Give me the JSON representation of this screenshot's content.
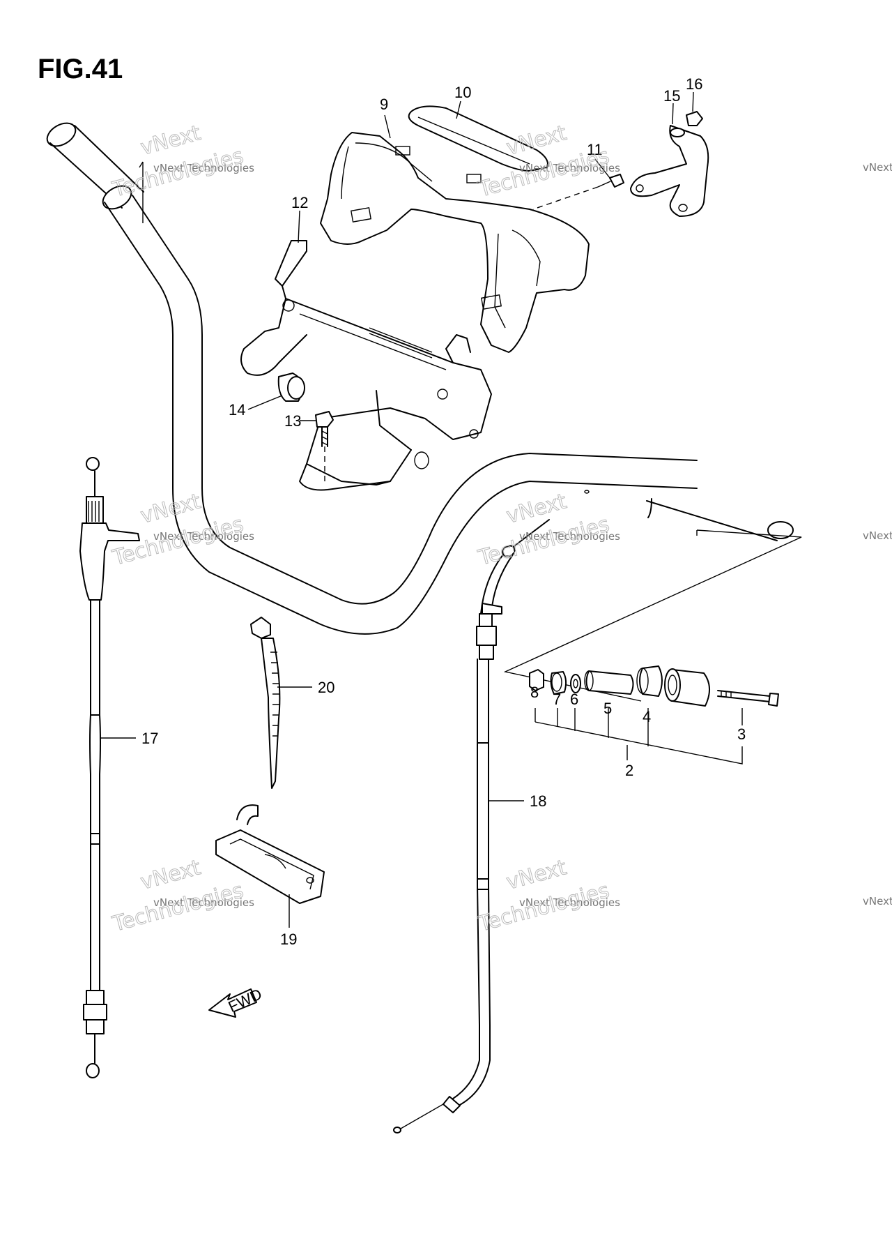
{
  "figure": {
    "title": "FIG.41"
  },
  "watermark": {
    "line1": "vNext",
    "line2": "Technologies",
    "small": "vNext Technologies"
  },
  "callouts": [
    "2",
    "3",
    "4",
    "5",
    "6",
    "7",
    "8",
    "9",
    "10",
    "11",
    "12",
    "13",
    "14",
    "15",
    "16",
    "17",
    "18",
    "19",
    "20"
  ],
  "fwd_label": "FWD"
}
